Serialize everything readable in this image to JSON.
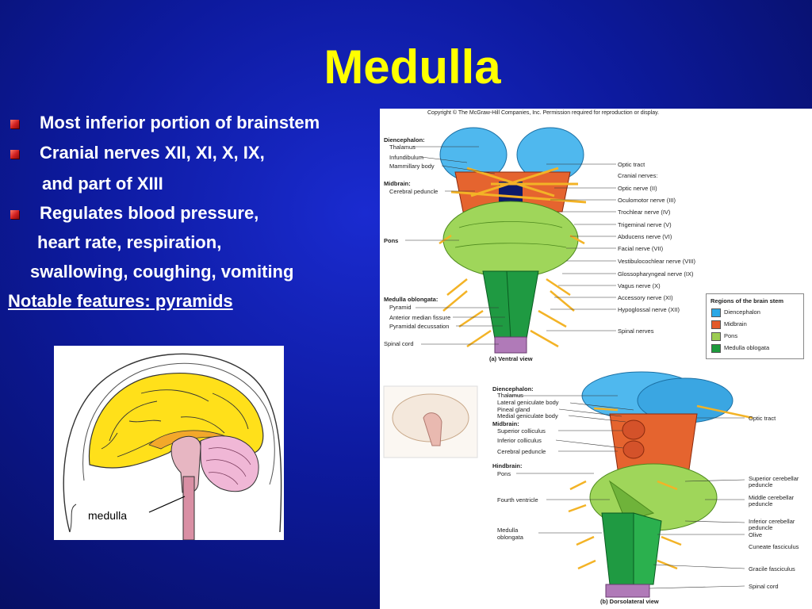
{
  "slide": {
    "title": "Medulla",
    "bullets": [
      {
        "line1": "Most inferior portion of brainstem"
      },
      {
        "line1": "Cranial nerves XII, XI, X, IX,",
        "line2": "and part of XIII"
      },
      {
        "line1": "Regulates blood pressure,",
        "line2": "heart rate, respiration,",
        "line3": "swallowing, coughing, vomiting"
      }
    ],
    "notable": "Notable features: pyramids"
  },
  "brain_diagram": {
    "label": "medulla"
  },
  "figure": {
    "copyright": "Copyright © The McGraw-Hill Companies, Inc. Permission required for reproduction or display.",
    "ventral": {
      "caption": "(a) Ventral view",
      "left_labels": {
        "diencephalon": "Diencephalon:",
        "thalamus": "Thalamus",
        "infundibulum": "Infundibulum",
        "mammillary": "Mammillary body",
        "midbrain": "Midbrain:",
        "cerebral_peduncle": "Cerebral peduncle",
        "pons": "Pons",
        "medulla": "Medulla oblongata:",
        "pyramid": "Pyramid",
        "anterior": "Anterior median fissure",
        "decussation": "Pyramidal decussation",
        "spinal": "Spinal cord"
      },
      "right_labels": {
        "optic_tract": "Optic tract",
        "cranial": "Cranial nerves:",
        "n2": "Optic nerve (II)",
        "n3": "Oculomotor nerve (III)",
        "n4": "Trochlear nerve (IV)",
        "n5": "Trigeminal nerve (V)",
        "n6": "Abducens nerve (VI)",
        "n7": "Facial nerve (VII)",
        "n8": "Vestibulocochlear nerve (VIII)",
        "n9": "Glossopharyngeal nerve (IX)",
        "n10": "Vagus nerve (X)",
        "n11": "Accessory nerve (XI)",
        "n12": "Hypoglossal nerve (XII)",
        "spinal_nerves": "Spinal nerves"
      },
      "legend": {
        "title": "Regions of the brain stem",
        "items": [
          {
            "label": "Diencephalon",
            "color": "#2aa8e6"
          },
          {
            "label": "Midbrain",
            "color": "#e35a2a"
          },
          {
            "label": "Pons",
            "color": "#9ccc52"
          },
          {
            "label": "Medulla oblogata",
            "color": "#1d9a3c"
          }
        ]
      }
    },
    "dorsal": {
      "caption": "(b) Dorsolateral view",
      "left_labels": {
        "diencephalon": "Diencephalon:",
        "thalamus": "Thalamus",
        "lateral": "Lateral geniculate body",
        "pineal": "Pineal gland",
        "medial": "Medial geniculate body",
        "midbrain": "Midbrain:",
        "sup_coll": "Superior colliculus",
        "inf_coll": "Inferior colliculus",
        "cerebral": "Cerebral peduncle",
        "hindbrain": "Hindbrain:",
        "pons": "Pons",
        "fourth": "Fourth ventricle",
        "medulla1": "Medulla",
        "medulla2": "oblongata"
      },
      "right_labels": {
        "optic": "Optic tract",
        "sup1": "Superior cerebellar",
        "sup2": "peduncle",
        "mid1": "Middle cerebellar",
        "mid2": "peduncle",
        "inf1": "Inferior cerebellar",
        "inf2": "peduncle",
        "olive": "Olive",
        "cuneate": "Cuneate fasciculus",
        "gracile": "Gracile fasciculus",
        "spinal": "Spinal cord"
      }
    }
  }
}
